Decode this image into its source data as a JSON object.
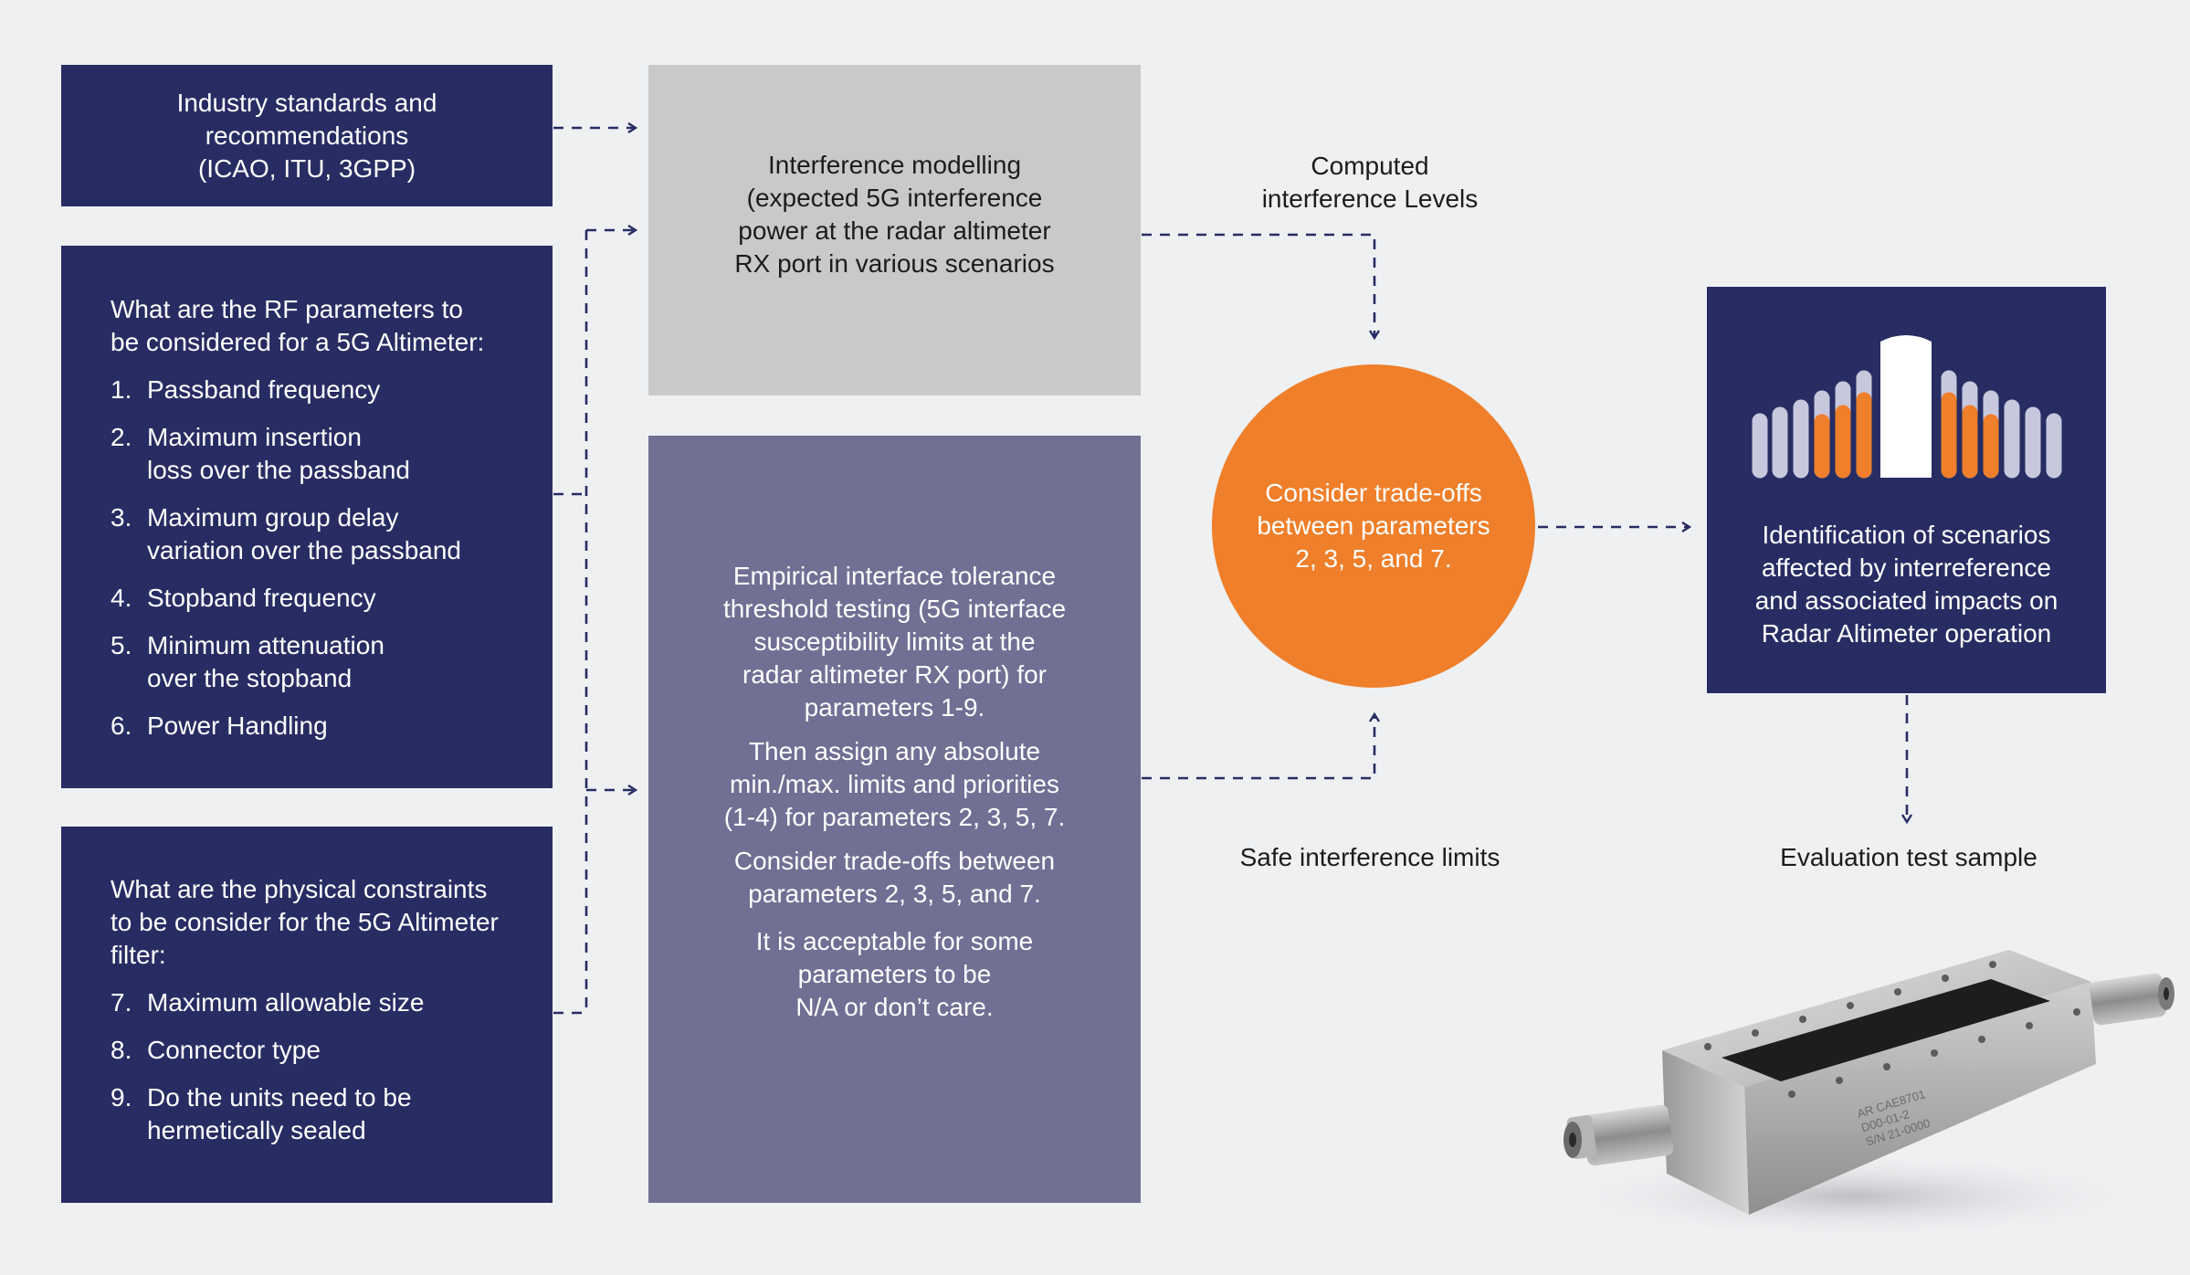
{
  "standards_box": {
    "lines": [
      "Industry standards and",
      "recommendations",
      "(ICAO, ITU, 3GPP)"
    ]
  },
  "rf_box": {
    "heading_lines": [
      "What are the RF parameters to",
      "be considered for a 5G Altimeter:"
    ],
    "items": [
      {
        "num": "1.",
        "lines": [
          "Passband frequency"
        ]
      },
      {
        "num": "2.",
        "lines": [
          "Maximum insertion",
          "loss over the passband"
        ]
      },
      {
        "num": "3.",
        "lines": [
          "Maximum group delay",
          "variation over the passband"
        ]
      },
      {
        "num": "4.",
        "lines": [
          "Stopband frequency"
        ]
      },
      {
        "num": "5.",
        "lines": [
          "Minimum attenuation",
          "over the stopband"
        ]
      },
      {
        "num": "6.",
        "lines": [
          "Power Handling"
        ]
      }
    ]
  },
  "physical_box": {
    "heading_lines": [
      "What are the physical constraints",
      "to be consider for the 5G Altimeter",
      "filter:"
    ],
    "items": [
      {
        "num": "7.",
        "lines": [
          "Maximum allowable size"
        ]
      },
      {
        "num": "8.",
        "lines": [
          "Connector type"
        ]
      },
      {
        "num": "9.",
        "lines": [
          "Do the units need to be",
          "hermetically sealed"
        ]
      }
    ]
  },
  "modelling_box": {
    "lines": [
      "Interference modelling",
      "(expected 5G interference",
      "power at the radar altimeter",
      "RX port in various scenarios"
    ]
  },
  "testing_box": {
    "paragraphs": [
      [
        "Empirical interface tolerance",
        "threshold testing  (5G interface",
        "susceptibility  limits at the",
        "radar altimeter RX port) for",
        "parameters 1-9."
      ],
      [
        "Then assign any absolute",
        "min./max. limits and priorities",
        "(1-4) for parameters 2, 3, 5, 7."
      ],
      [
        "Consider trade-offs between",
        "parameters 2, 3, 5, and 7."
      ],
      [
        "It is acceptable for some",
        "parameters to be",
        "N/A or don’t care."
      ]
    ]
  },
  "computed_label": {
    "lines": [
      "Computed",
      "interference Levels"
    ]
  },
  "safe_label": {
    "text": "Safe interference limits"
  },
  "circle": {
    "lines": [
      "Consider trade-offs",
      "between parameters",
      "2, 3, 5, and 7."
    ]
  },
  "result_box": {
    "lines": [
      "Identification of scenarios",
      "affected by interreference",
      "and associated impacts on",
      "Radar Altimeter  operation"
    ],
    "icon": "spectrum-bars-icon"
  },
  "evaluation_label": {
    "text": "Evaluation test sample"
  },
  "photo": {
    "icon": "waveguide-filter-photo",
    "markings": [
      "AR CAE8701",
      "D00-01-2",
      "S/N 21-0000"
    ]
  },
  "colors": {
    "navy": "#272d63",
    "grey": "#c9c9ca",
    "purple": "#716f93",
    "orange": "#ef7f2a",
    "background": "#eef0f2"
  }
}
